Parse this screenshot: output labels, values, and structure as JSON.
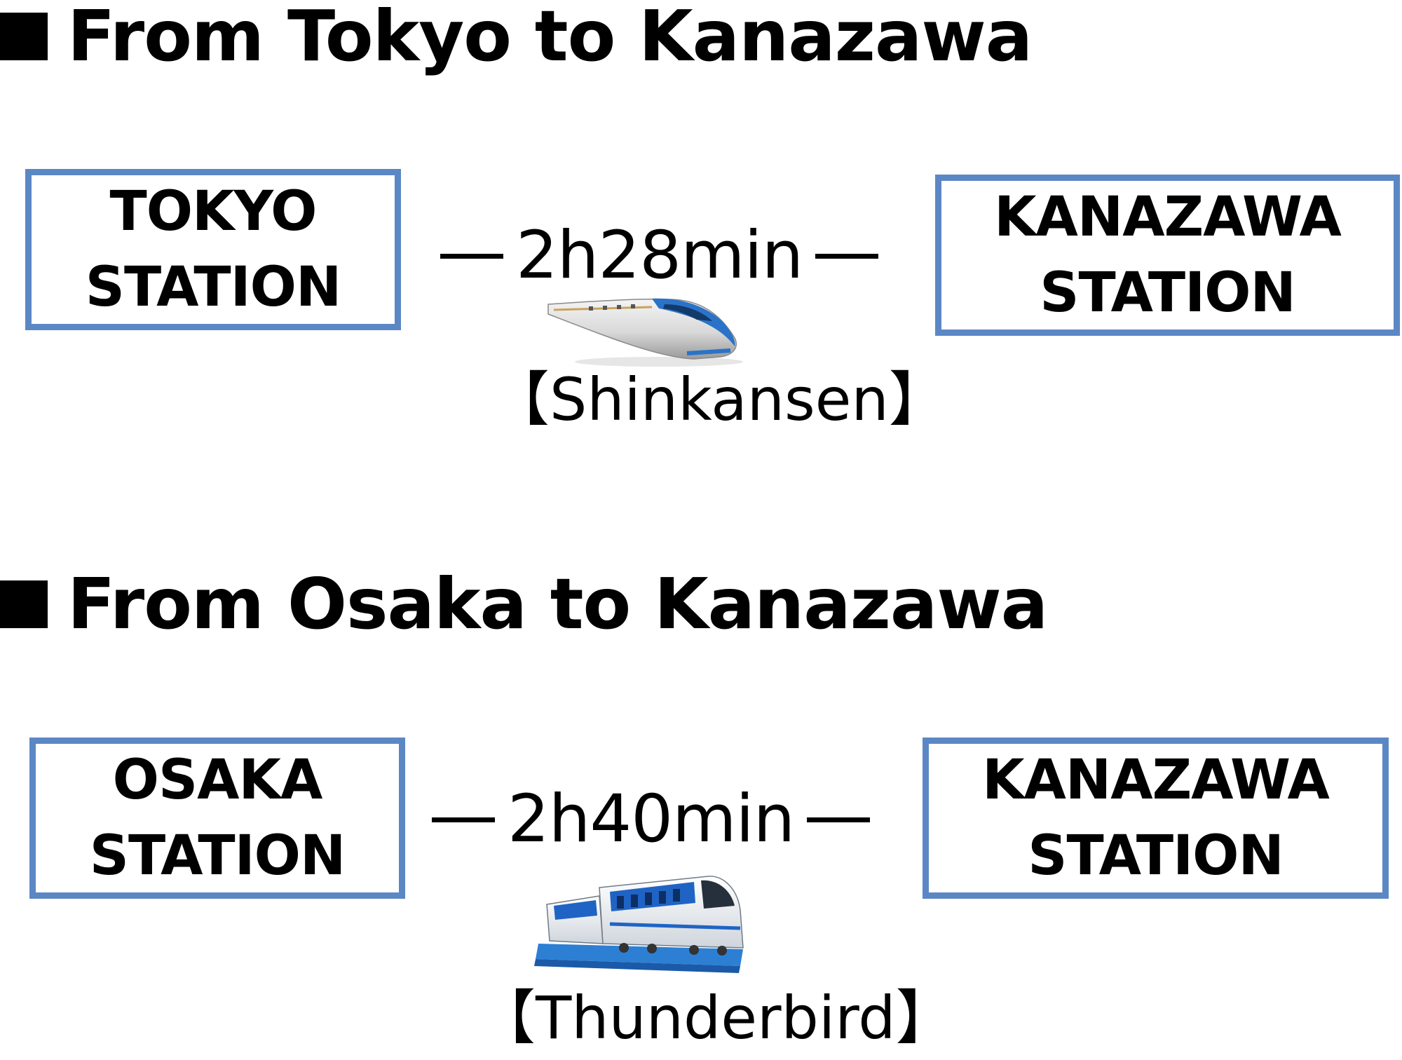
{
  "sections": [
    {
      "heading": "From Tokyo to Kanazawa",
      "origin": {
        "line1": "TOKYO",
        "line2": "STATION"
      },
      "destination": {
        "line1": "KANAZAWA",
        "line2": "STATION"
      },
      "duration": "2h28min",
      "train": "【Shinkansen】",
      "train_icon": "shinkansen-train-icon"
    },
    {
      "heading": "From Osaka to Kanazawa",
      "origin": {
        "line1": "OSAKA",
        "line2": "STATION"
      },
      "destination": {
        "line1": "KANAZAWA",
        "line2": "STATION"
      },
      "duration": "2h40min",
      "train": "【Thunderbird】",
      "train_icon": "thunderbird-train-icon"
    }
  ],
  "colors": {
    "box_border": "#5b87c5",
    "shinkansen_blue": "#2a73c8",
    "thunderbird_blue": "#1f64c5"
  }
}
